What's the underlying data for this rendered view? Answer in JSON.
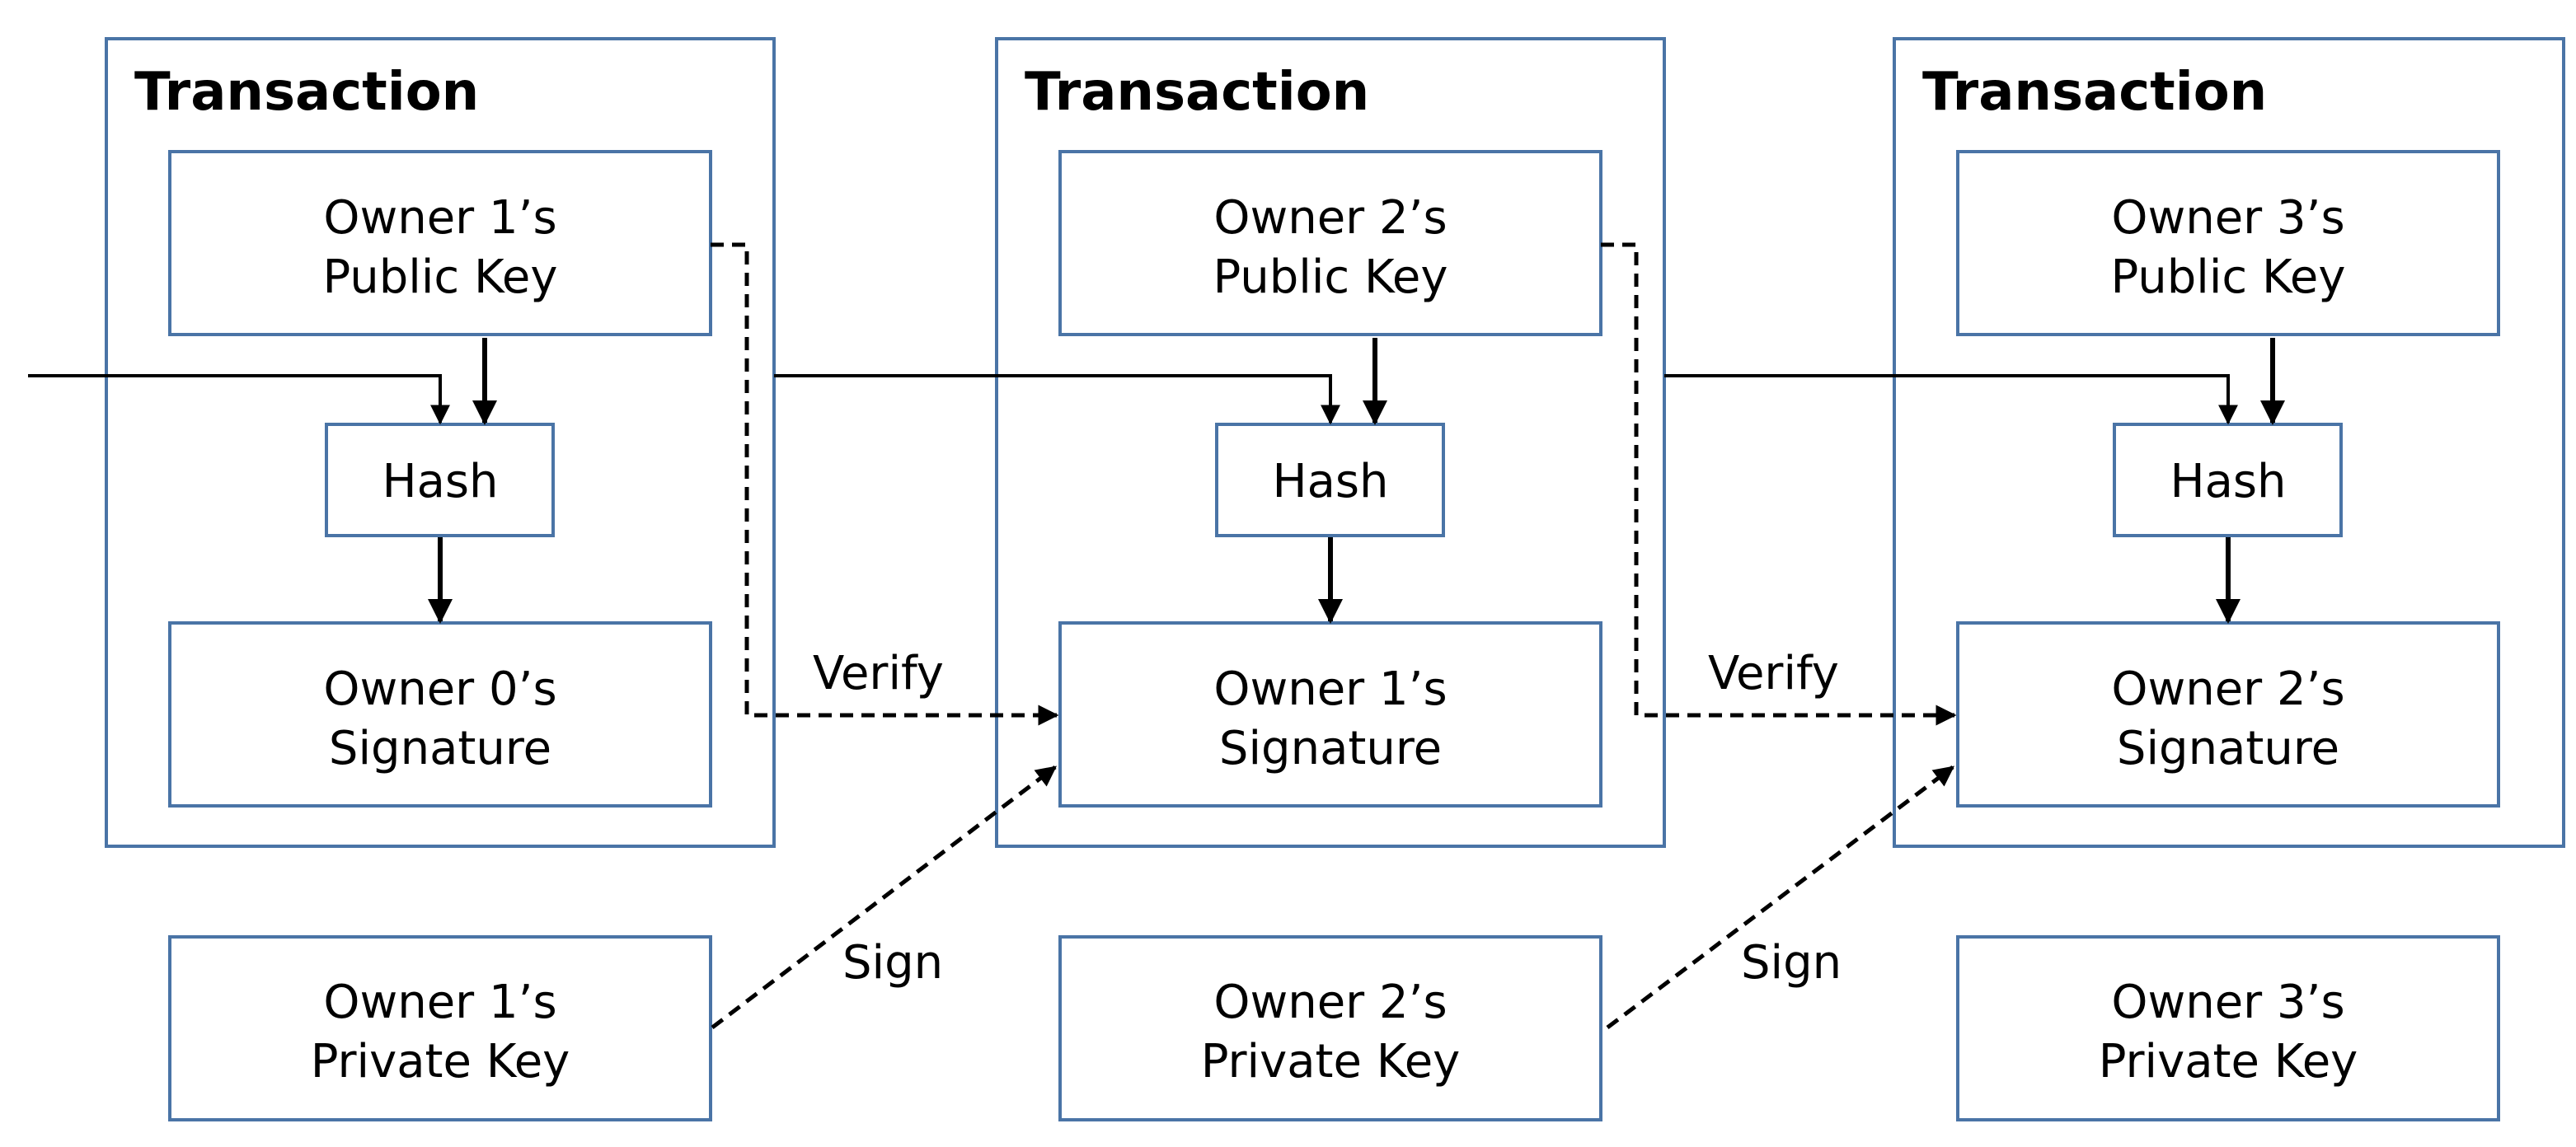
{
  "transactions": [
    {
      "title": "Transaction",
      "public_key": [
        "Owner 1’s",
        "Public Key"
      ],
      "hash": "Hash",
      "signature": [
        "Owner 0’s",
        "Signature"
      ]
    },
    {
      "title": "Transaction",
      "public_key": [
        "Owner 2’s",
        "Public Key"
      ],
      "hash": "Hash",
      "signature": [
        "Owner 1’s",
        "Signature"
      ]
    },
    {
      "title": "Transaction",
      "public_key": [
        "Owner 3’s",
        "Public Key"
      ],
      "hash": "Hash",
      "signature": [
        "Owner 2’s",
        "Signature"
      ]
    }
  ],
  "private_keys": [
    [
      "Owner 1’s",
      "Private Key"
    ],
    [
      "Owner 2’s",
      "Private Key"
    ],
    [
      "Owner 3’s",
      "Private Key"
    ]
  ],
  "edge_labels": {
    "verify": "Verify",
    "sign": "Sign"
  }
}
